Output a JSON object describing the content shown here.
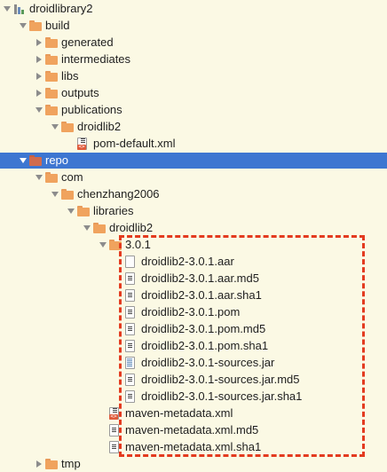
{
  "tree": {
    "rows": [
      {
        "label": "droidlibrary2",
        "indent": 0,
        "arrow": "down",
        "icon": "module-icon"
      },
      {
        "label": "build",
        "indent": 1,
        "arrow": "down",
        "icon": "folder-icon"
      },
      {
        "label": "generated",
        "indent": 2,
        "arrow": "right",
        "icon": "folder-icon"
      },
      {
        "label": "intermediates",
        "indent": 2,
        "arrow": "right",
        "icon": "folder-icon"
      },
      {
        "label": "libs",
        "indent": 2,
        "arrow": "right",
        "icon": "folder-icon"
      },
      {
        "label": "outputs",
        "indent": 2,
        "arrow": "right",
        "icon": "folder-icon"
      },
      {
        "label": "publications",
        "indent": 2,
        "arrow": "down",
        "icon": "folder-icon"
      },
      {
        "label": "droidlib2",
        "indent": 3,
        "arrow": "down",
        "icon": "folder-icon"
      },
      {
        "label": "pom-default.xml",
        "indent": 4,
        "arrow": "none",
        "icon": "xml-file-icon"
      },
      {
        "label": "repo",
        "indent": 1,
        "arrow": "down",
        "icon": "folder-icon",
        "selected": true
      },
      {
        "label": "com",
        "indent": 2,
        "arrow": "down",
        "icon": "folder-icon"
      },
      {
        "label": "chenzhang2006",
        "indent": 3,
        "arrow": "down",
        "icon": "folder-icon"
      },
      {
        "label": "libraries",
        "indent": 4,
        "arrow": "down",
        "icon": "folder-icon"
      },
      {
        "label": "droidlib2",
        "indent": 5,
        "arrow": "down",
        "icon": "folder-icon"
      },
      {
        "label": "3.0.1",
        "indent": 6,
        "arrow": "down",
        "icon": "folder-icon"
      },
      {
        "label": "droidlib2-3.0.1.aar",
        "indent": 7,
        "arrow": "none",
        "icon": "plain-file-icon"
      },
      {
        "label": "droidlib2-3.0.1.aar.md5",
        "indent": 7,
        "arrow": "none",
        "icon": "text-file-icon"
      },
      {
        "label": "droidlib2-3.0.1.aar.sha1",
        "indent": 7,
        "arrow": "none",
        "icon": "text-file-icon"
      },
      {
        "label": "droidlib2-3.0.1.pom",
        "indent": 7,
        "arrow": "none",
        "icon": "text-file-icon"
      },
      {
        "label": "droidlib2-3.0.1.pom.md5",
        "indent": 7,
        "arrow": "none",
        "icon": "text-file-icon"
      },
      {
        "label": "droidlib2-3.0.1.pom.sha1",
        "indent": 7,
        "arrow": "none",
        "icon": "text-file-icon"
      },
      {
        "label": "droidlib2-3.0.1-sources.jar",
        "indent": 7,
        "arrow": "none",
        "icon": "jar-file-icon"
      },
      {
        "label": "droidlib2-3.0.1-sources.jar.md5",
        "indent": 7,
        "arrow": "none",
        "icon": "text-file-icon"
      },
      {
        "label": "droidlib2-3.0.1-sources.jar.sha1",
        "indent": 7,
        "arrow": "none",
        "icon": "text-file-icon"
      },
      {
        "label": "maven-metadata.xml",
        "indent": 6,
        "arrow": "none",
        "icon": "xml-file-icon"
      },
      {
        "label": "maven-metadata.xml.md5",
        "indent": 6,
        "arrow": "none",
        "icon": "text-file-icon"
      },
      {
        "label": "maven-metadata.xml.sha1",
        "indent": 6,
        "arrow": "none",
        "icon": "text-file-icon"
      },
      {
        "label": "tmp",
        "indent": 2,
        "arrow": "right",
        "icon": "folder-icon"
      }
    ]
  },
  "colors": {
    "background": "#fbf9e4",
    "selection": "#3d76d1",
    "folder": "#f0a35e",
    "highlight_box": "#e33b1f"
  }
}
